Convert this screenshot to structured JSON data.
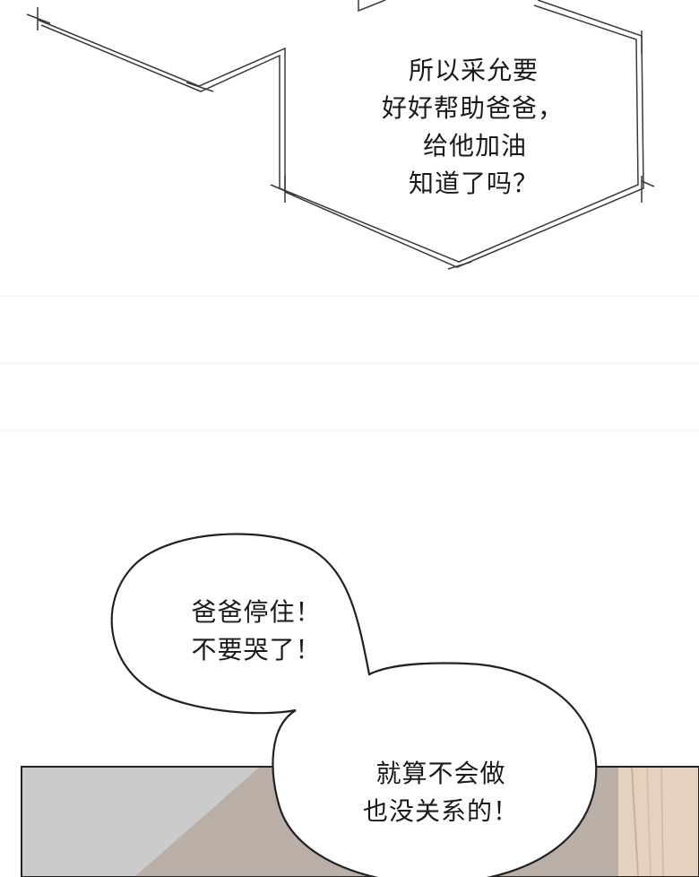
{
  "panel_top": {
    "thought_bubble": {
      "lines": [
        "所以采允要",
        "好好帮助爸爸，",
        "给他加油",
        "知道了吗？"
      ]
    }
  },
  "panel_bottom": {
    "speech_bubble_1": {
      "lines": [
        "爸爸停住！",
        "不要哭了！"
      ]
    },
    "speech_bubble_2": {
      "lines": [
        "就算不会做",
        "也没关系的！"
      ]
    }
  },
  "colors": {
    "background": "#ffffff",
    "panel_gray": "#c9c9c9",
    "panel_taupe": "#b5aba3",
    "wood": "#e6d3c0",
    "ink": "#1a1a1a"
  }
}
